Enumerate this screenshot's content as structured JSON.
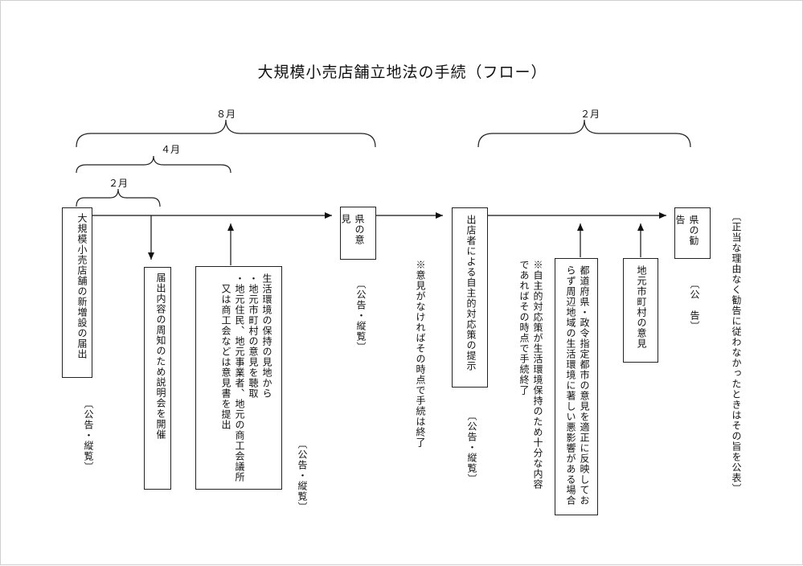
{
  "title": "大規模小売店舗立地法の手続（フロー）",
  "durations": {
    "d8": "８月",
    "d4": "４月",
    "d2a": "２月",
    "d2b": "２月"
  },
  "boxes": {
    "notification": "大規模小売店舗の新増設の届出",
    "briefing": "届出内容の周知のため説明会を開催",
    "opinions": "生活環境の保持の見地から\n・地元市町村の意見を聴取\n・地元住民、地元事業者、地元の商工会議所\n　又は商工会などは意見書を提出",
    "pref_opinion": "県の意見",
    "voluntary": "出店者による自主的対応策の提示",
    "city_opinion": "都道府県・政令指定都市の意見を適正に反映しておらず周辺地域の生活環境に著しい悪影響がある場合",
    "municipal_opinion": "地元市町村の意見",
    "pref_recommend": "県の勧告"
  },
  "labels": {
    "pub1": "〔公告・縦覧〕",
    "pub2": "〔公告・縦覧〕",
    "pub3": "〔公告・縦覧〕",
    "pub4": "〔公告・縦覧〕",
    "pub5": "〔公　告〕",
    "note1": "※意見がなければその時点で手続は終了",
    "note2": "※自主的対応策が生活環境保持のため十分な内容\nであればその時点で手続終了",
    "final": "〔正当な理由なく勧告に従わなかったときはその旨を公表〕"
  }
}
